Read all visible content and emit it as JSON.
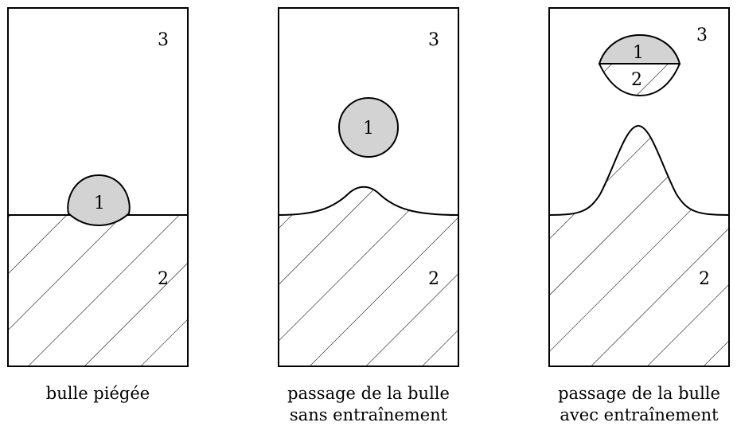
{
  "panels": [
    {
      "id": "trapped",
      "label_phase1": "1",
      "label_phase2": "2",
      "label_phase3": "3",
      "caption": [
        "bulle piégée"
      ]
    },
    {
      "id": "no-entrainment",
      "label_phase1": "1",
      "label_phase2": "2",
      "label_phase3": "3",
      "caption": [
        "passage de la bulle",
        "sans entraînement"
      ]
    },
    {
      "id": "with-entrainment",
      "label_phase1": "1",
      "label_phase2": "2",
      "label_phase2_bubble": "2",
      "label_phase3": "3",
      "caption": [
        "passage de la bulle",
        "avec entraînement"
      ]
    }
  ],
  "colors": {
    "bubble_fill": "#d3d3d3",
    "stroke": "#000000",
    "background": "#ffffff"
  }
}
